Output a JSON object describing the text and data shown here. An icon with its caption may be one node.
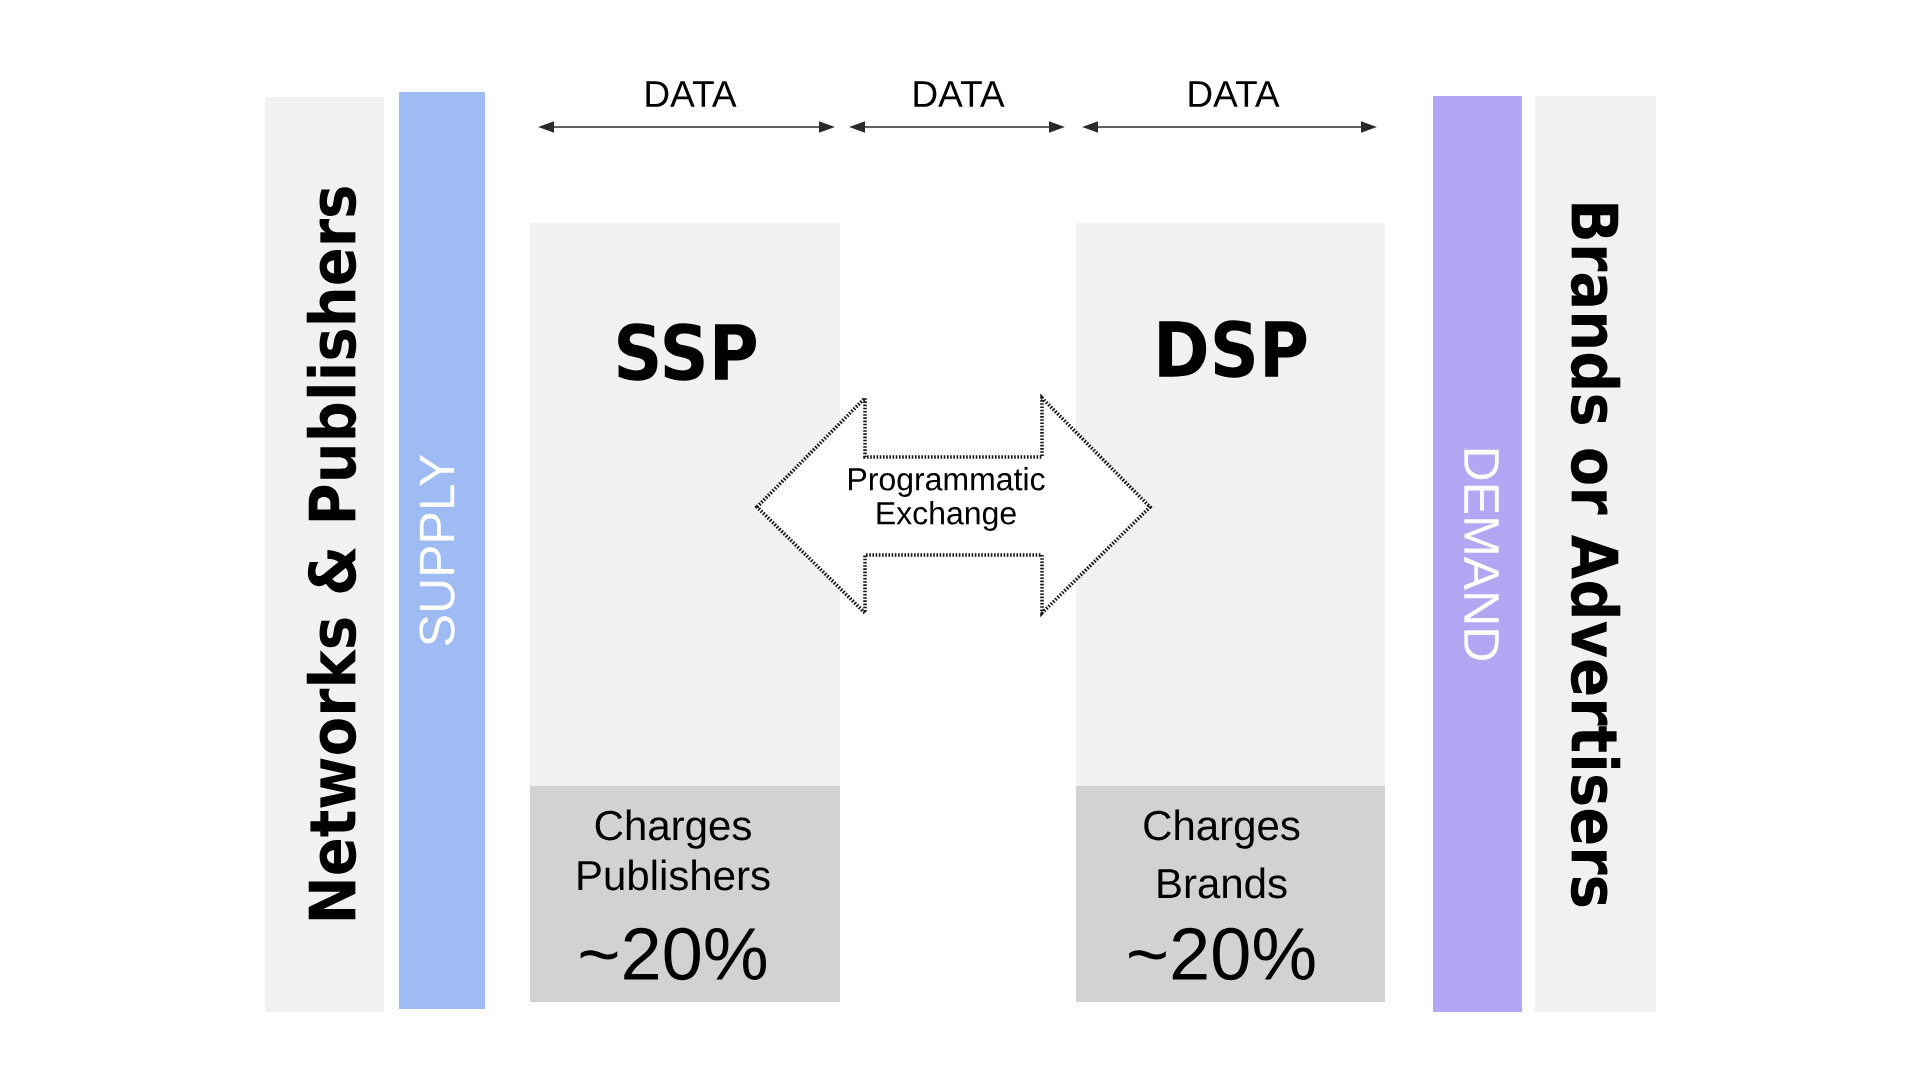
{
  "diagram": {
    "nodes": [
      {
        "text": [
          "Networks & Publishers"
        ]
      },
      {
        "text": [
          "SUPPLY"
        ]
      },
      {
        "text": [
          "SSP"
        ]
      },
      {
        "text": [
          "Charges Publishers",
          "~20%"
        ],
        "in": 2
      },
      {
        "text": [
          "Programmatic Exchange"
        ]
      },
      {
        "text": [
          "DSP"
        ]
      },
      {
        "text": [
          "Charges Brands",
          "~20%"
        ],
        "in": 5
      },
      {
        "text": [
          "DEMAND"
        ]
      },
      {
        "text": [
          "Brands or Advertisers"
        ]
      }
    ],
    "labels": [
      "DATA",
      "DATA",
      "DATA"
    ]
  }
}
